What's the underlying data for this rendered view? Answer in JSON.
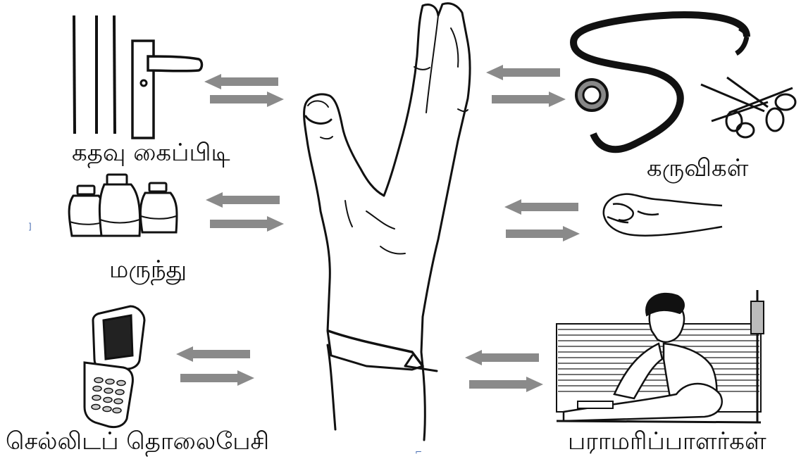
{
  "labels": {
    "door_handle": "கதவு கைப்பிடி",
    "instruments": "கருவிகள்",
    "medicine": "மருந்து",
    "mobile_phone": "செல்லிடப் தொலைபேசி",
    "caregivers": "பராமரிப்பாளர்கள்"
  },
  "colors": {
    "arrow": "#8a8a8a",
    "ink": "#111111",
    "background": "#ffffff"
  },
  "icons": {
    "center": "hand-icon",
    "door": "door-handle-icon",
    "tools": "stethoscope-scissors-icon",
    "bottles": "medicine-bottles-icon",
    "patient_hand": "patient-hand-icon",
    "phone": "flip-phone-icon",
    "nurse": "nurse-bedside-icon"
  }
}
